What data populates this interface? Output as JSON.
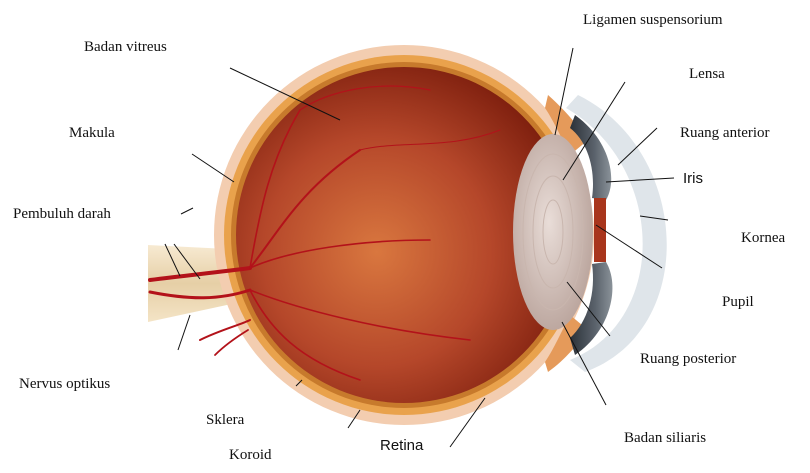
{
  "diagram": {
    "labels": {
      "badan_vitreus": "Badan vitreus",
      "ligamen_suspensorium": "Ligamen suspensorium",
      "lensa": "Lensa",
      "ruang_anterior": "Ruang anterior",
      "iris": "Iris",
      "makula": "Makula",
      "pembuluh_darah": "Pembuluh darah",
      "kornea": "Kornea",
      "pupil": "Pupil",
      "ruang_posterior": "Ruang posterior",
      "nervus_optikus": "Nervus optikus",
      "sklera": "Sklera",
      "koroid": "Koroid",
      "retina": "Retina",
      "badan_siliaris": "Badan siliaris"
    },
    "colors": {
      "sclera_outer": "#f3cdb0",
      "retina_ring": "#c77a2c",
      "choroid": "#e9a24c",
      "vitreous_light": "#cf6a3c",
      "vitreous_dark": "#7a1c0c",
      "vessel": "#b3121a",
      "cornea": "#dfe5ea",
      "iris": "#3a4048",
      "lens": "#d8c8c2",
      "optic_nerve": "#efdcbc"
    }
  }
}
